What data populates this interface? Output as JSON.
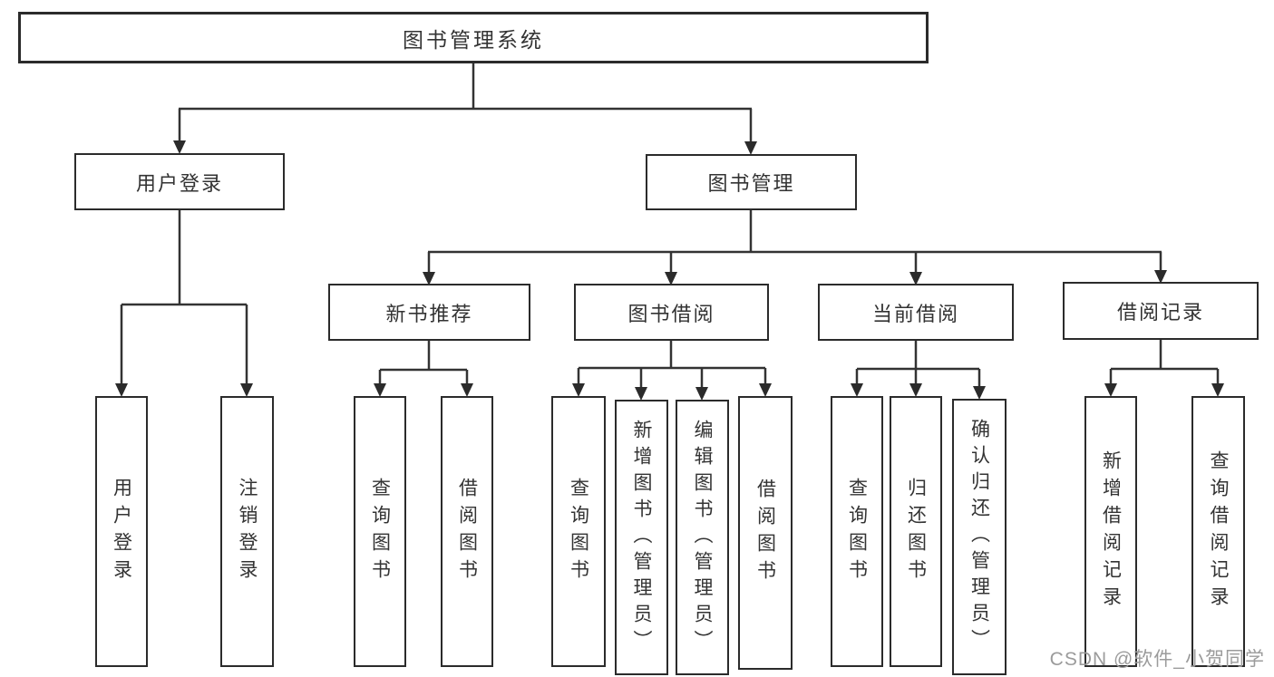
{
  "diagram": {
    "root": {
      "label": "图书管理系统"
    },
    "children": [
      {
        "label": "用户登录",
        "children": [
          {
            "label": "用户登录"
          },
          {
            "label": "注销登录"
          }
        ]
      },
      {
        "label": "图书管理",
        "children": [
          {
            "label": "新书推荐",
            "children": [
              {
                "label": "查询图书"
              },
              {
                "label": "借阅图书"
              }
            ]
          },
          {
            "label": "图书借阅",
            "children": [
              {
                "label": "查询图书"
              },
              {
                "label": "新增图书（管理员）"
              },
              {
                "label": "编辑图书（管理员）"
              },
              {
                "label": "借阅图书"
              }
            ]
          },
          {
            "label": "当前借阅",
            "children": [
              {
                "label": "查询图书"
              },
              {
                "label": "归还图书"
              },
              {
                "label": "确认归还（管理员）"
              }
            ]
          },
          {
            "label": "借阅记录",
            "children": [
              {
                "label": "新增借阅记录"
              },
              {
                "label": "查询借阅记录"
              }
            ]
          }
        ]
      }
    ]
  },
  "watermark": {
    "text": "CSDN @软件_小贺同学"
  },
  "colors": {
    "line": "#333333",
    "border": "#2b2b2b",
    "text": "#333333",
    "background": "#ffffff",
    "watermark": "#9b9b9b"
  }
}
